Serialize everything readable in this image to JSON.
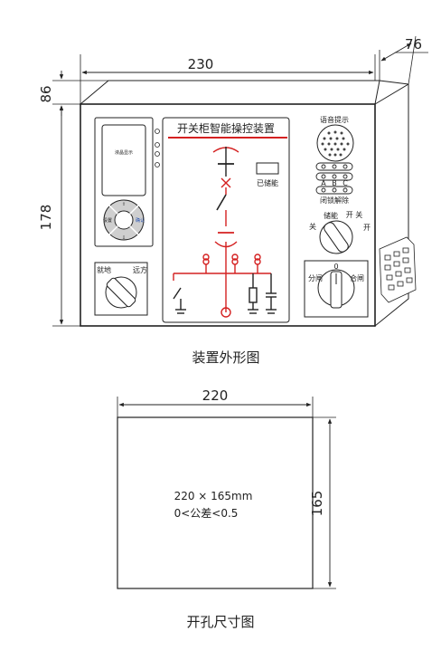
{
  "device": {
    "dimensions": {
      "width": "230",
      "depth": "76",
      "top": "86",
      "height": "178"
    },
    "title": "开关柜智能操控装置",
    "lcd_label": "液晶显示",
    "nav": {
      "left": "设置",
      "right": "确认"
    },
    "stored_energy": "已储能",
    "voice_prompt": "语音提示",
    "phase_labels": [
      "A",
      "B",
      "C"
    ],
    "lock_release": "闭锁解除",
    "local_label": "就地",
    "remote_label": "远方",
    "knob_close": "关",
    "knob_store": "储能",
    "knob_open_text": "开 关",
    "knob_open": "开",
    "split_open": "分闸",
    "split_close": "合闸",
    "split_zero": "0",
    "caption": "装置外形图"
  },
  "cutout": {
    "width": "220",
    "height": "165",
    "size_text": "220 × 165mm",
    "tolerance": "0<公差<0.5",
    "caption": "开孔尺寸图"
  }
}
